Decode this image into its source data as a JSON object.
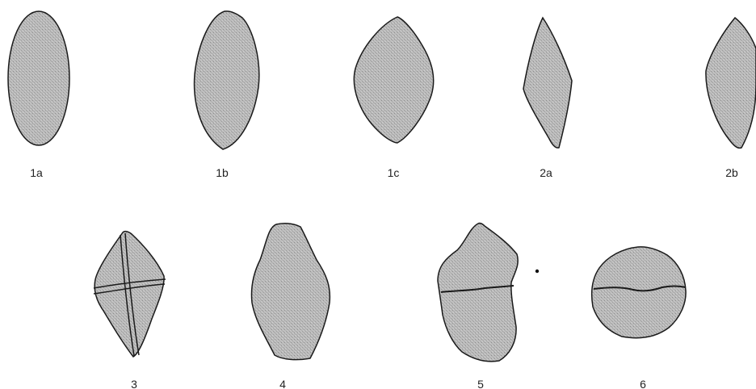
{
  "figures": [
    {
      "label": "1a"
    },
    {
      "label": "1b"
    },
    {
      "label": "1c"
    },
    {
      "label": "2a"
    },
    {
      "label": "2b"
    },
    {
      "label": "3"
    },
    {
      "label": "4"
    },
    {
      "label": "5"
    },
    {
      "label": "6"
    }
  ],
  "colors": {
    "fill": "#b8b8b8",
    "outline": "#1a1a1a",
    "background": "#ffffff"
  }
}
